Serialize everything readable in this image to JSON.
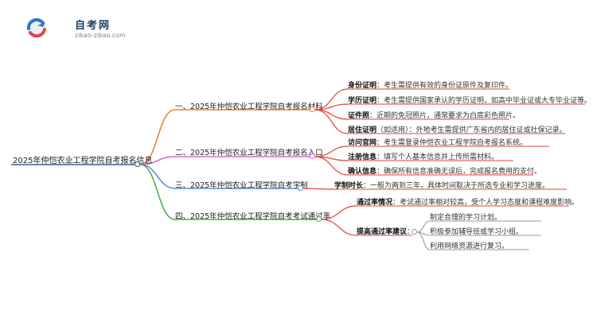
{
  "logo": {
    "title": "自考网",
    "subtitle": "zikao-zikao.com"
  },
  "root": "2025年仲恺农业工程学院自考报名信息",
  "branches": [
    {
      "label": "一、2025年仲恺农业工程学院自考报名材料",
      "color": "#e8823b",
      "leaves": [
        {
          "key": "身份证明",
          "text": "：考生需提供有效的身份证原件及复印件。"
        },
        {
          "key": "学历证明",
          "text": "：考生需提供国家承认的学历证明，如高中毕业证或大专毕业证等。"
        },
        {
          "key": "证件照",
          "text": "：近期的免冠照片，通常要求为白底彩色照片。"
        },
        {
          "key": "居住证明",
          "text": "（如适用）：外地考生需提供广东省内的居住证或社保记录。"
        }
      ]
    },
    {
      "label": "二、2025年仲恺农业工程学院自考报名入口",
      "color": "#d868c4",
      "leaves": [
        {
          "key": "访问官网",
          "text": "：考生需登录仲恺农业工程学院自考报名系统。"
        },
        {
          "key": "注册信息",
          "text": "：填写个人基本信息并上传所需材料。"
        },
        {
          "key": "确认信息",
          "text": "：确保所有信息准确无误后，完成报名费用的支付。"
        }
      ]
    },
    {
      "label": "三、2025年仲恺农业工程学院自考学制",
      "color": "#5a8fd8",
      "leaves": [
        {
          "key": "学制时长",
          "text": "：一般为两到三年，具体时间取决于所选专业和学习进度。"
        }
      ]
    },
    {
      "label": "四、2025年仲恺农业工程学院自考考试通过率",
      "color": "#4caf50",
      "leaves": [
        {
          "key": "通过率情况",
          "text": "：考试通过率相对较高，受个人学习态度和课程难度影响。"
        },
        {
          "key": "提高通过率建议",
          "text": "：",
          "children": [
            "制定合理的学习计划。",
            "积极参加辅导班或学习小组。",
            "利用网络资源进行复习。"
          ]
        }
      ]
    }
  ],
  "colors": {
    "root": "#3a5a9a",
    "leaf_red": "#e0453a",
    "leaf_sub": "#9a9a9a"
  }
}
